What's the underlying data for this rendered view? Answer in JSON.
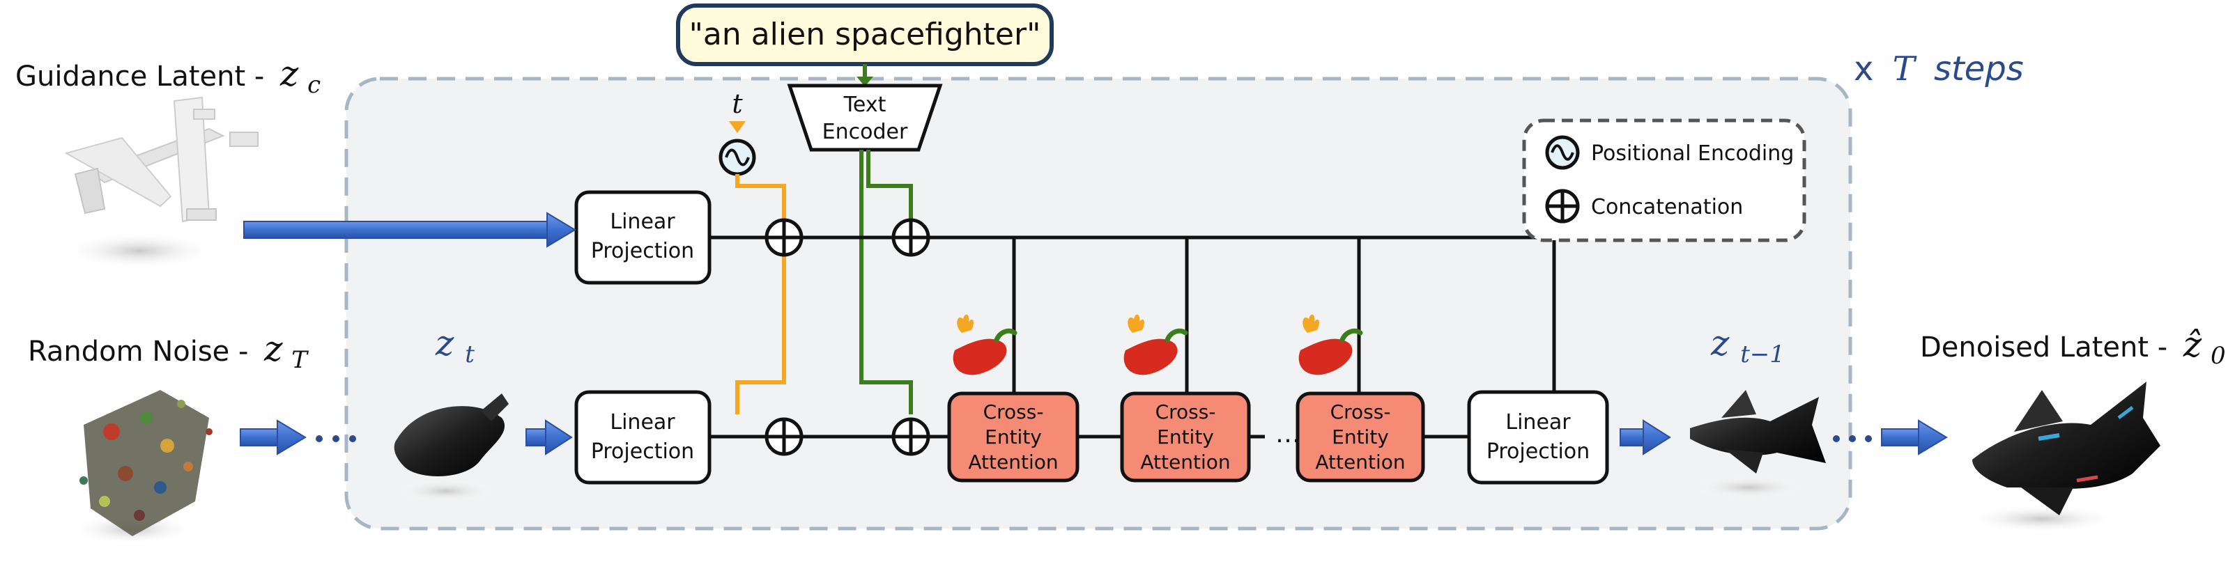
{
  "prompt": "\"an alien spacefighter\"",
  "steps": {
    "prefix": "x",
    "var": "T",
    "suffix": "steps"
  },
  "text_encoder": {
    "line1": "Text",
    "line2": "Encoder"
  },
  "timestep": "t",
  "inputs": {
    "guidance": {
      "label": "Guidance Latent -",
      "math_base": "z",
      "math_sub": "c"
    },
    "noise": {
      "label": "Random Noise -",
      "math_base": "z",
      "math_sub": "T"
    },
    "zt": {
      "math_base": "z",
      "math_sub": "t"
    },
    "zt1": {
      "math_base": "z",
      "math_sub": "t−1"
    },
    "output": {
      "label": "Denoised Latent -",
      "math_base": "ẑ",
      "math_sub": "0"
    }
  },
  "linear_projection": {
    "line1": "Linear",
    "line2": "Projection"
  },
  "cross_entity": {
    "line1": "Cross-",
    "line2": "Entity",
    "line3": "Attention"
  },
  "ellipsis": "…",
  "legend": {
    "positional": "Positional Encoding",
    "concat": "Concatenation"
  },
  "colors": {
    "arrow_blue": "#3d6fd0",
    "orange": "#f5a623",
    "green": "#3e7d1e",
    "salmon": "#f58b74",
    "prompt_bg": "#fffbdc",
    "prompt_border": "#203a5e",
    "panel_bg": "#f1f2f3",
    "panel_border": "#a7b6c2",
    "math_blue": "#2b4a8c"
  },
  "icons": [
    "pepper-icon",
    "airplane-latent-image",
    "noise-cloud-image",
    "spaceship-image"
  ]
}
